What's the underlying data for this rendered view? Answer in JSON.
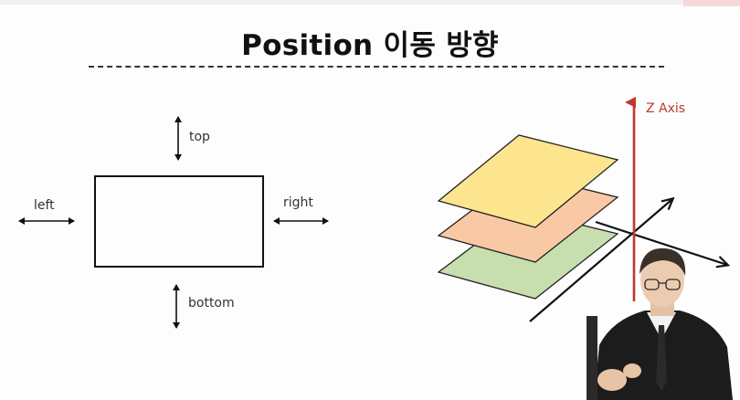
{
  "slide": {
    "title": "Position 이동 방향"
  },
  "left_diagram": {
    "labels": {
      "top": "top",
      "left": "left",
      "right": "right",
      "bottom": "bottom"
    }
  },
  "right_diagram": {
    "z_axis_label": "Z Axis",
    "layers": [
      {
        "name": "top-layer",
        "color": "#fde58f"
      },
      {
        "name": "middle-layer",
        "color": "#f9c9a6"
      },
      {
        "name": "bottom-layer",
        "color": "#c7dfae"
      }
    ],
    "z_axis_color": "#c0392b"
  }
}
